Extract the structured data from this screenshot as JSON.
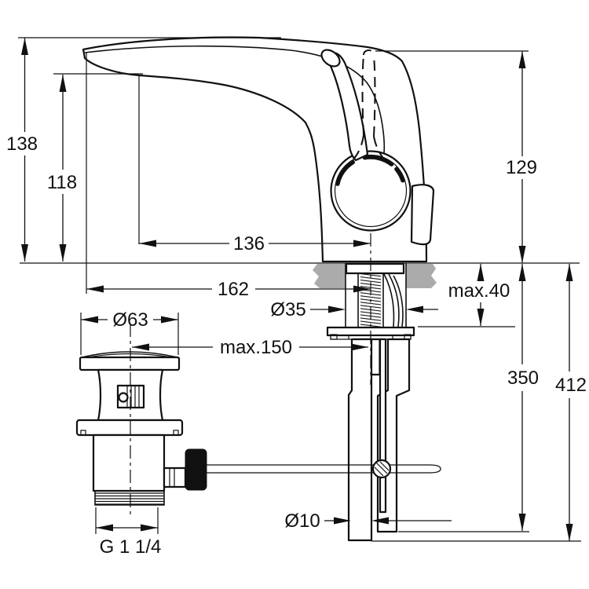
{
  "drawing": {
    "type": "technical-dimension-drawing",
    "subject": "single-lever basin mixer tap with pop-up waste, side elevation with installation dimensions",
    "labels": {
      "spout_height": "138",
      "outlet_height": "118",
      "lever_height": "129",
      "outlet_to_axis": "136",
      "spout_tip_to_axis": "162",
      "max_deck_thickness": "max.40",
      "shank_hole_diameter": "Ø35",
      "waste_flange_diameter": "Ø63",
      "max_waste_offset": "max.150",
      "supply_hose_length": "350",
      "overall_below_deck": "412",
      "tail_pipe_diameter": "Ø10",
      "waste_thread_size": "G 1 1/4"
    }
  }
}
